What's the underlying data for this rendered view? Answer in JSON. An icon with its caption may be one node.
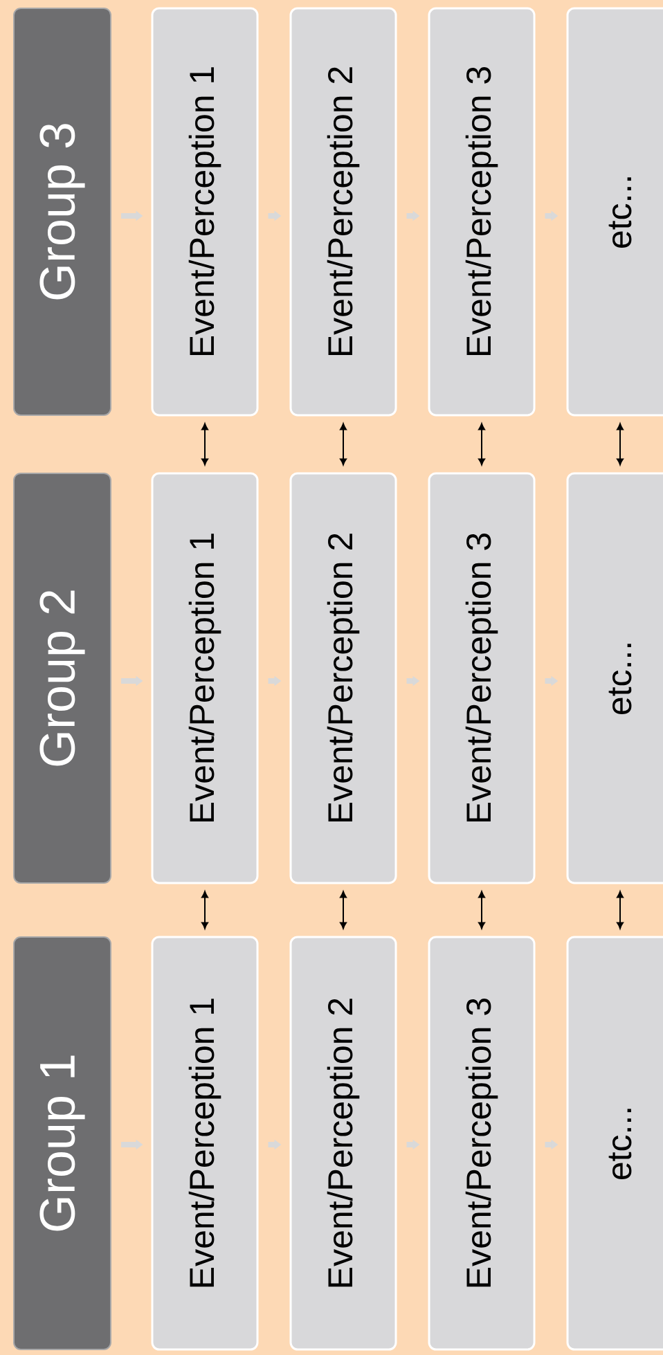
{
  "diagram": {
    "nodes": [
      {
        "text": [
          "Group 1"
        ]
      },
      {
        "text": [
          "Event/Perception 1"
        ]
      },
      {
        "text": [
          "Event/Perception 2"
        ]
      },
      {
        "text": [
          "Event/Perception 3"
        ]
      },
      {
        "text": [
          "etc..."
        ]
      },
      {
        "text": [
          "Group 2"
        ]
      },
      {
        "text": [
          "Event/Perception 1"
        ]
      },
      {
        "text": [
          "Event/Perception 2"
        ]
      },
      {
        "text": [
          "Event/Perception 3"
        ]
      },
      {
        "text": [
          "etc..."
        ]
      },
      {
        "text": [
          "Group 3"
        ]
      },
      {
        "text": [
          "Event/Perception 1"
        ]
      },
      {
        "text": [
          "Event/Perception 2"
        ]
      },
      {
        "text": [
          "Event/Perception 3"
        ]
      },
      {
        "text": [
          "etc..."
        ]
      }
    ],
    "edges": [
      {
        "from": 0,
        "to": 1,
        "arrow": "to"
      },
      {
        "from": 1,
        "to": 2,
        "arrow": "to"
      },
      {
        "from": 2,
        "to": 3,
        "arrow": "to"
      },
      {
        "from": 3,
        "to": 4,
        "arrow": "to"
      },
      {
        "from": 5,
        "to": 6,
        "arrow": "to"
      },
      {
        "from": 6,
        "to": 7,
        "arrow": "to"
      },
      {
        "from": 7,
        "to": 8,
        "arrow": "to"
      },
      {
        "from": 8,
        "to": 9,
        "arrow": "to"
      },
      {
        "from": 10,
        "to": 11,
        "arrow": "to"
      },
      {
        "from": 11,
        "to": 12,
        "arrow": "to"
      },
      {
        "from": 12,
        "to": 13,
        "arrow": "to"
      },
      {
        "from": 13,
        "to": 14,
        "arrow": "to"
      },
      {
        "from": 1,
        "to": 6,
        "arrow": "both",
        "color": "#000000"
      },
      {
        "from": 2,
        "to": 7,
        "arrow": "both",
        "color": "#000000"
      },
      {
        "from": 3,
        "to": 8,
        "arrow": "both",
        "color": "#000000"
      },
      {
        "from": 4,
        "to": 9,
        "arrow": "both",
        "color": "#000000"
      },
      {
        "from": 6,
        "to": 11,
        "arrow": "both",
        "color": "#000000"
      },
      {
        "from": 7,
        "to": 12,
        "arrow": "both",
        "color": "#000000"
      },
      {
        "from": 8,
        "to": 13,
        "arrow": "both",
        "color": "#000000"
      },
      {
        "from": 9,
        "to": 14,
        "arrow": "both",
        "color": "#000000"
      }
    ]
  }
}
